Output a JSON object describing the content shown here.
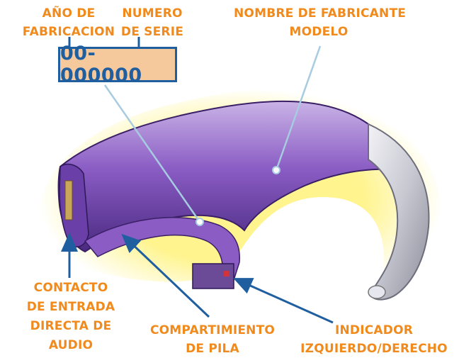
{
  "labels": {
    "year": [
      "AÑO DE",
      "FABRICACION"
    ],
    "serial_number": [
      "NUMERO",
      "DE SERIE"
    ],
    "serial_value": "00-000000",
    "manufacturer": [
      "NOMBRE DE FABRICANTE",
      "MODELO"
    ],
    "audio_contact": [
      "CONTACTO",
      "DE ENTRADA",
      "DIRECTA DE",
      "AUDIO"
    ],
    "battery": [
      "COMPARTIMIENTO",
      "DE PILA"
    ],
    "indicator": [
      "INDICADOR",
      "IZQUIERDO/DERECHO"
    ]
  },
  "colors": {
    "label_orange": "#f08a1c",
    "arrow_blue": "#1f5fa0",
    "device_purple": "#7a4fb0",
    "glow_yellow": "#fff27a",
    "serial_box_fill": "#f6c99d"
  }
}
